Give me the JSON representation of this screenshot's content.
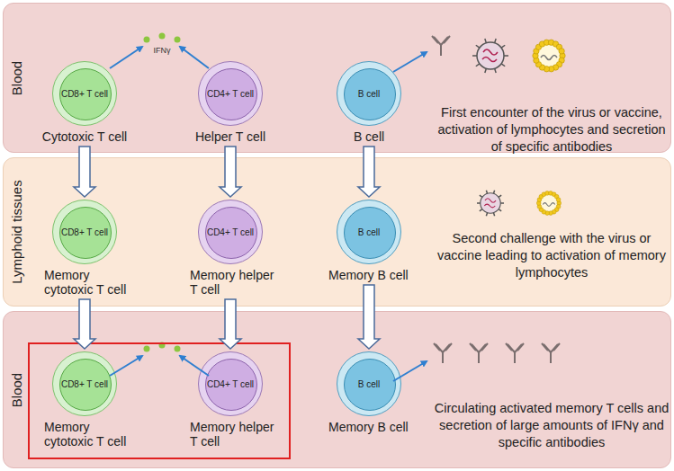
{
  "diagram": {
    "nodes": [
      {
        "text": [
          "Blood",
          "First encounter of the virus or vaccine, activation of lymphocytes and secretion of specific antibodies"
        ]
      },
      {
        "text": [
          "CD8+ T cell",
          "Cytotoxic T cell"
        ],
        "in": 0
      },
      {
        "text": [
          "CD4+ T cell",
          "Helper T cell"
        ],
        "in": 0
      },
      {
        "text": [
          "B cell",
          "B cell"
        ],
        "in": 0
      },
      {
        "text": [
          "Lymphoid tissues",
          "Second challenge with the virus or vaccine leading to activation of memory lymphocytes"
        ]
      },
      {
        "text": [
          "CD8+ T cell",
          "Memory cytotoxic T cell"
        ],
        "in": 4
      },
      {
        "text": [
          "CD4+ T cell",
          "Memory helper T cell"
        ],
        "in": 4
      },
      {
        "text": [
          "B cell",
          "Memory B cell"
        ],
        "in": 4
      },
      {
        "text": [
          "Blood",
          "Circulating activated memory T cells and secretion of large amounts of IFNγ and specific antibodies"
        ]
      },
      {
        "text": [
          "CD8+ T cell",
          "Memory cytotoxic T cell"
        ],
        "in": 8
      },
      {
        "text": [
          "CD4+ T cell",
          "Memory helper T cell"
        ],
        "in": 8
      },
      {
        "text": [
          "B cell",
          "Memory B cell"
        ],
        "in": 8
      }
    ],
    "edges": [
      {
        "from": 1,
        "to": 5,
        "arrow": "to"
      },
      {
        "from": 2,
        "to": 6,
        "arrow": "to"
      },
      {
        "from": 3,
        "to": 7,
        "arrow": "to"
      },
      {
        "from": 5,
        "to": 9,
        "arrow": "to"
      },
      {
        "from": 6,
        "to": 10,
        "arrow": "to"
      },
      {
        "from": 7,
        "to": 11,
        "arrow": "to"
      }
    ],
    "labels": [
      "IFNγ"
    ]
  }
}
